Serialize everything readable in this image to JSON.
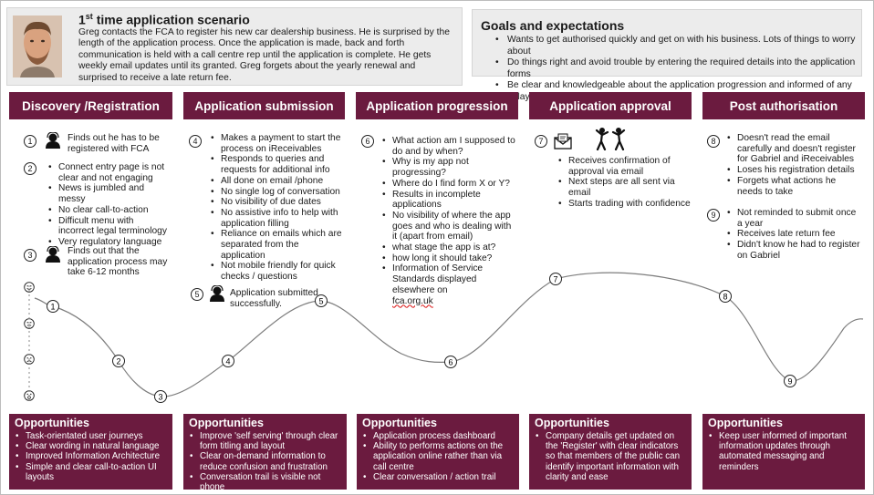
{
  "persona": {
    "title_prefix": "1",
    "title_sup": "st",
    "title_rest": " time application scenario",
    "description": "Greg contacts the FCA to register his new car dealership business. He is surprised by the length of the application process. Once the application is made, back and forth communication is held with a call centre rep until the application is complete. He gets weekly email updates until its granted. Greg forgets about the yearly renewal and surprised to receive a late return fee."
  },
  "goals": {
    "title": "Goals and expectations",
    "items": [
      "Wants to get authorised quickly and get on with his business. Lots of things to worry about",
      "Do things right and avoid trouble by entering the required details into the application forms",
      "Be clear and knowledgeable about the application progression and informed of any delays"
    ]
  },
  "stages": [
    {
      "title": "Discovery /Registration"
    },
    {
      "title": "Application submission"
    },
    {
      "title": "Application progression"
    },
    {
      "title": "Application approval"
    },
    {
      "title": "Post authorisation"
    }
  ],
  "steps": {
    "s1": {
      "num": "1",
      "text": "Finds out he has to be registered with FCA"
    },
    "s2": {
      "num": "2",
      "items": [
        "Connect entry page is not clear and not engaging",
        "News is jumbled and messy",
        "No clear call-to-action",
        "Difficult menu with incorrect legal terminology",
        "Very regulatory language"
      ]
    },
    "s3": {
      "num": "3",
      "text": "Finds out that the application process may take 6-12 months"
    },
    "s4": {
      "num": "4",
      "items": [
        "Makes a payment to start the process on iReceivables",
        "Responds to queries and requests for additional info",
        "All done on email /phone",
        "No single log of conversation",
        "No visibility of due dates",
        "No assistive info to help with application filling",
        "Reliance on emails which are separated from the application",
        "Not mobile friendly for quick checks / questions"
      ]
    },
    "s5": {
      "num": "5",
      "text": "Application submitted successfully."
    },
    "s6": {
      "num": "6",
      "items": [
        "What action am I supposed to do and by when?",
        "Why is my app not progressing?",
        "Where do I find form X or Y?",
        "Results in incomplete applications",
        "No visibility of where the app goes and who is dealing with it (apart from email)",
        "what stage the app is at?",
        "how long it should take?",
        "Information of Service Standards displayed elsewhere on"
      ],
      "link": "fca.org.uk"
    },
    "s7": {
      "num": "7",
      "items": [
        "Receives confirmation of approval via email",
        "Next steps are all sent via email",
        "Starts trading with confidence"
      ]
    },
    "s8": {
      "num": "8",
      "items": [
        "Doesn't read the email carefully and doesn't register for Gabriel and iReceivables",
        "Loses his registration details",
        "Forgets what actions he needs to take"
      ]
    },
    "s9": {
      "num": "9",
      "items": [
        "Not reminded to submit once a year",
        "Receives late return fee",
        "Didn't know he had to register on Gabriel"
      ]
    }
  },
  "curve_points": [
    "1",
    "2",
    "3",
    "4",
    "5",
    "6",
    "7",
    "8",
    "9"
  ],
  "emotion_faces": [
    "happy-face-icon",
    "neutral-face-icon",
    "sad-face-icon",
    "shocked-face-icon"
  ],
  "opportunities": [
    {
      "title": "Opportunities",
      "items": [
        "Task-orientated user journeys",
        "Clear wording in natural language",
        "Improved Information Architecture",
        "Simple and clear call-to-action UI layouts"
      ]
    },
    {
      "title": "Opportunities",
      "items": [
        "Improve 'self serving' through clear form titling and layout",
        "Clear on-demand information to reduce confusion and frustration",
        "Conversation trail is visible not phone"
      ]
    },
    {
      "title": "Opportunities",
      "items": [
        "Application process dashboard",
        "Ability to performs actions on the application online rather than via call centre",
        "Clear conversation / action trail"
      ]
    },
    {
      "title": "Opportunities",
      "items": [
        "Company details get updated on the 'Register' with clear indicators so that members of the public can identify important information with clarity and ease"
      ]
    },
    {
      "title": "Opportunities",
      "items": [
        "Keep user informed of important information updates through automated messaging and reminders"
      ]
    }
  ],
  "colors": {
    "accent": "#6b1b3f",
    "panel": "#ececec"
  }
}
